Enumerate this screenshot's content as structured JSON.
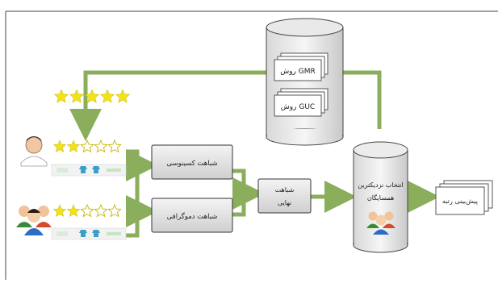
{
  "methods": {
    "gmr": "روش GMR",
    "guc": "روش GUC"
  },
  "nodes": {
    "cosine": "شباهت کسینوسی",
    "demographic": "شباهت دموگرافی",
    "final_line1": "شباهت",
    "final_line2": "نهایی",
    "neighbors_line1": "انتخاب نزدیکترین",
    "neighbors_line2": "همسایگان",
    "prediction": "پیش‌بینی رتبه"
  },
  "ratings": {
    "top_stars": 5,
    "user1_filled": 2,
    "user1_total": 5,
    "group_filled": 2,
    "group_total": 5
  },
  "colors": {
    "arrow": "#8aae5c",
    "box_fill": "#dcdcdc",
    "star": "#f2e21a",
    "star_outline": "#c8b400"
  }
}
